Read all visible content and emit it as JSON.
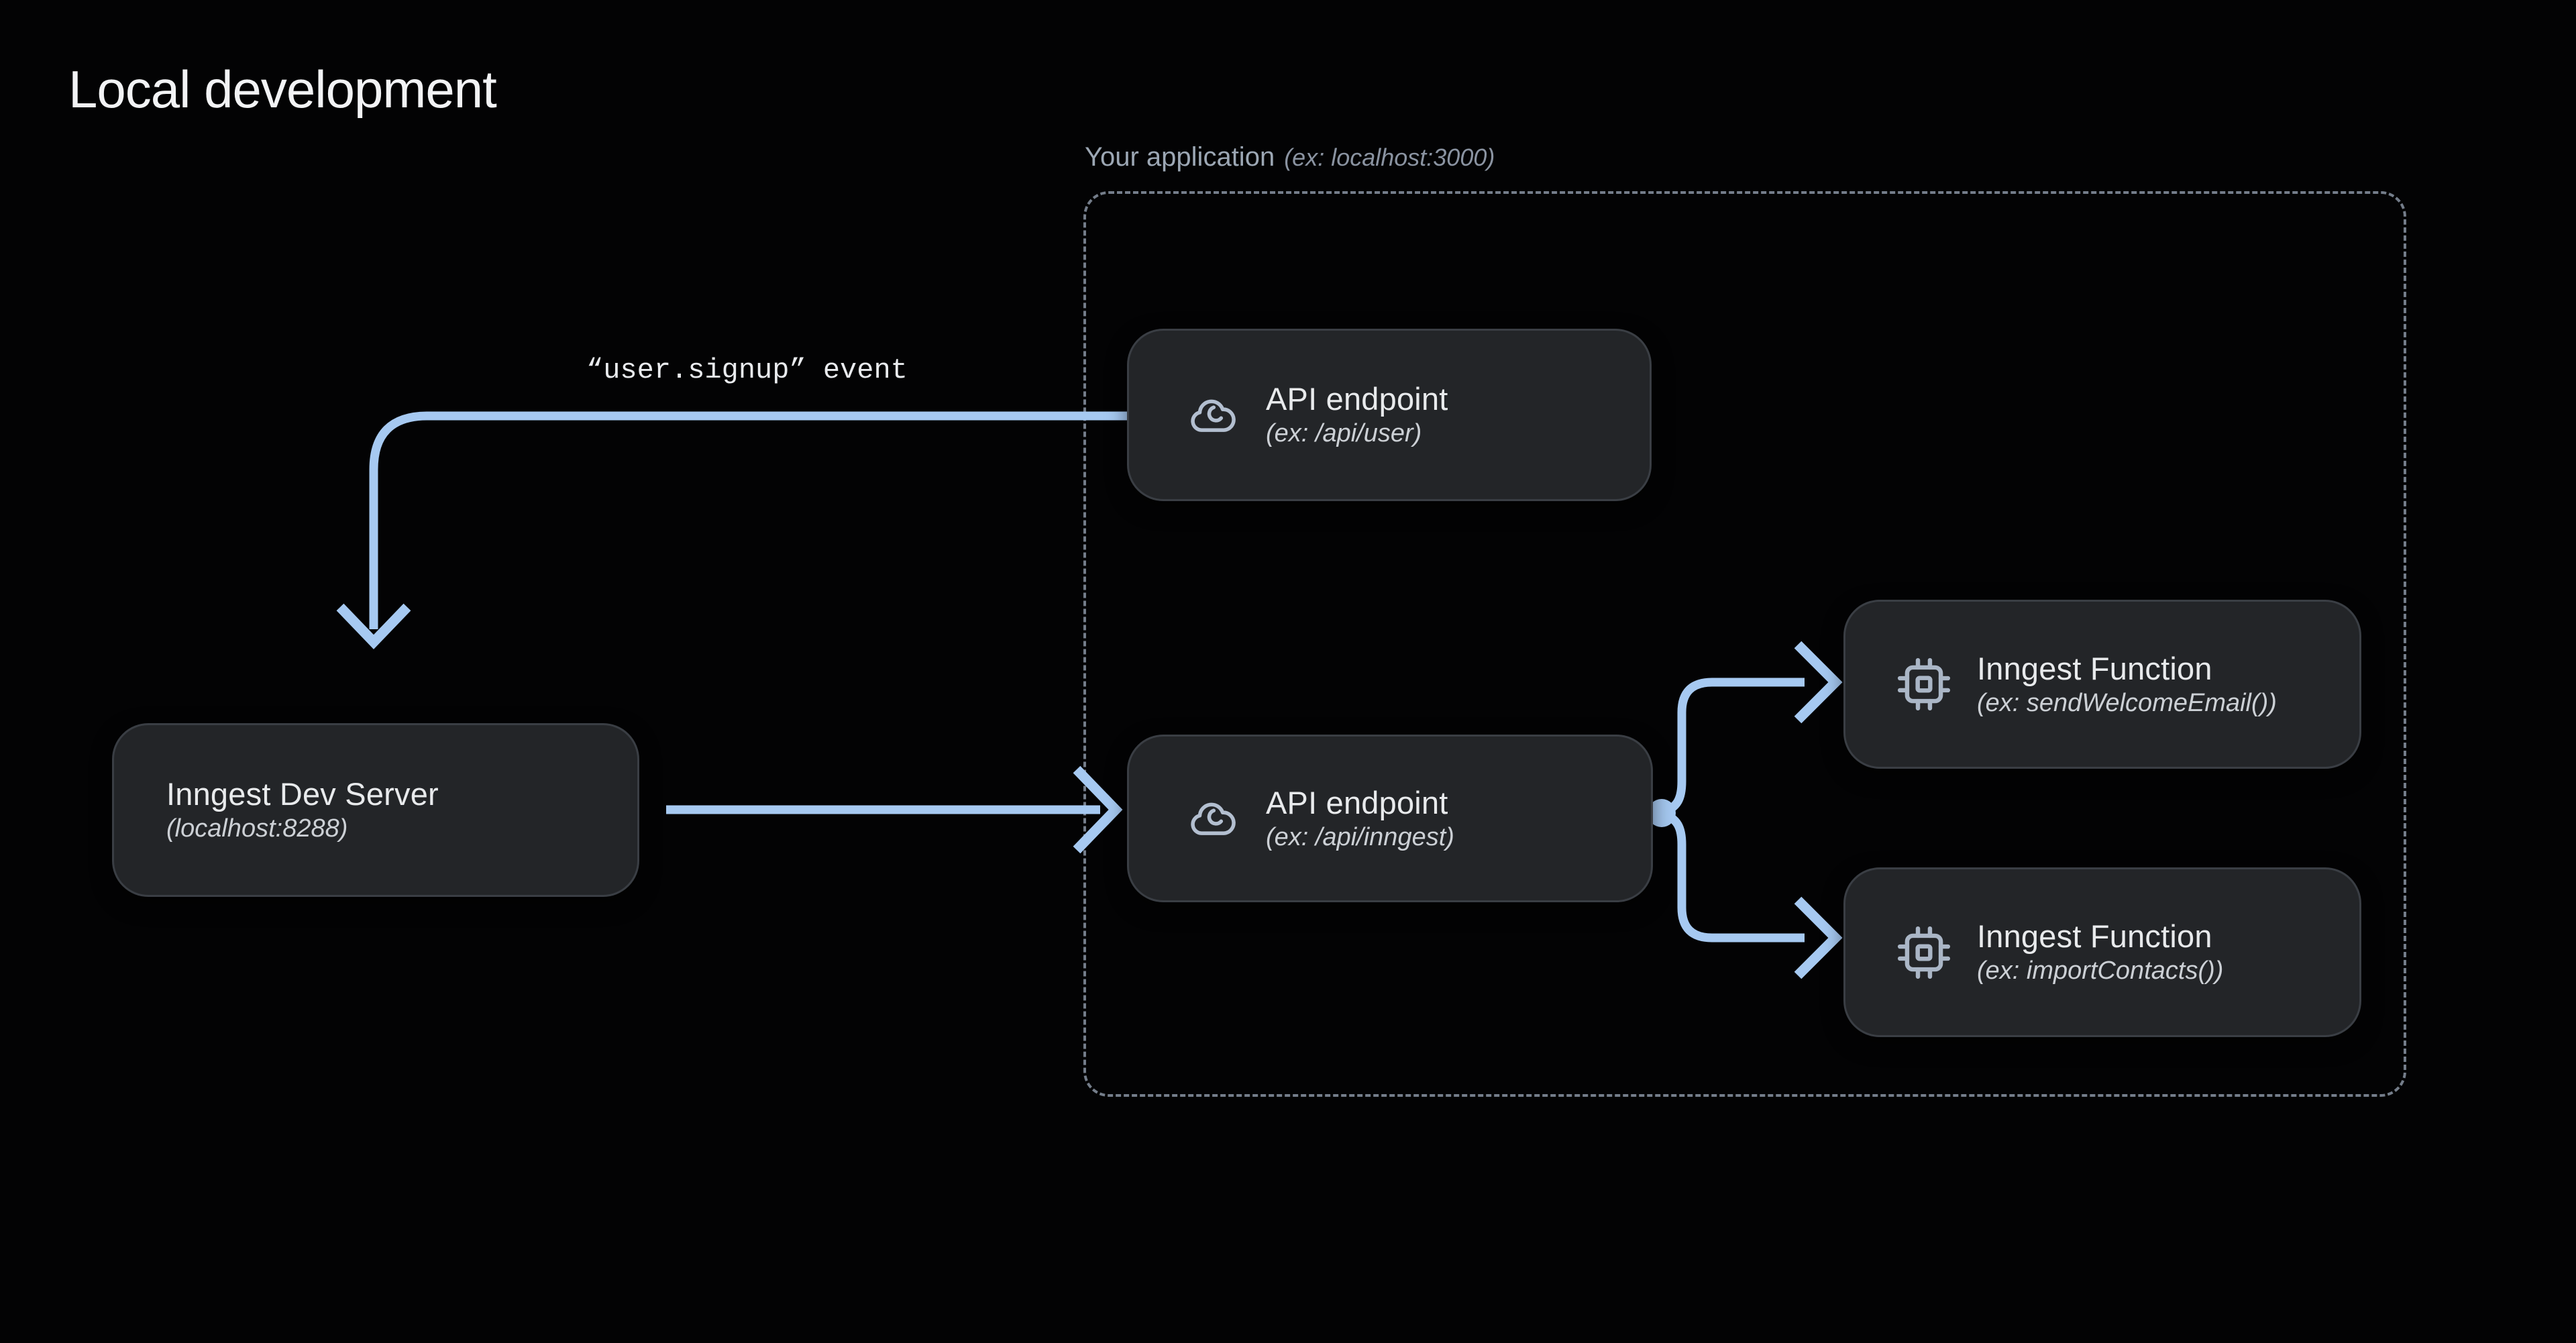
{
  "title": "Local development",
  "application_container": {
    "label": "Your application",
    "example": "(ex: localhost:3000)"
  },
  "nodes": {
    "api_user": {
      "title": "API endpoint",
      "subtitle": "(ex: /api/user)",
      "icon": "cloud-icon"
    },
    "dev_server": {
      "title": "Inngest Dev Server",
      "subtitle": "(localhost:8288)"
    },
    "api_inngest": {
      "title": "API endpoint",
      "subtitle": "(ex: /api/inngest)",
      "icon": "cloud-icon"
    },
    "fn_send": {
      "title": "Inngest Function",
      "subtitle": "(ex: sendWelcomeEmail())",
      "icon": "cpu-icon"
    },
    "fn_import": {
      "title": "Inngest Function",
      "subtitle": "(ex: importContacts())",
      "icon": "cpu-icon"
    }
  },
  "edges": {
    "event_label": "“user.signup” event"
  },
  "colors": {
    "background": "#030304",
    "arrow_accent": "#a6c9f1",
    "node_background": "#232528",
    "node_border": "#3a3e44",
    "dashed_border": "#747d8a",
    "text_primary": "#e8eaec",
    "text_secondary": "#ccd0d5",
    "container_label": "#9ca7b4"
  }
}
